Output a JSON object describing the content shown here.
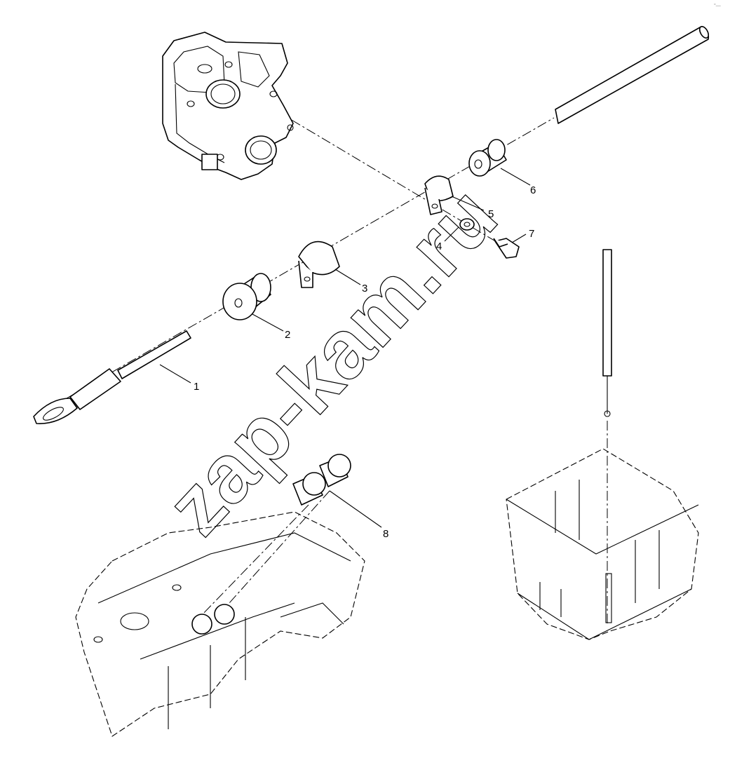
{
  "watermark": "zap-kam.ru",
  "corner_mark": "°—",
  "callouts": [
    {
      "id": "1",
      "label": "1"
    },
    {
      "id": "2",
      "label": "2"
    },
    {
      "id": "3",
      "label": "3"
    },
    {
      "id": "4",
      "label": "4"
    },
    {
      "id": "5",
      "label": "5"
    },
    {
      "id": "6",
      "label": "6"
    },
    {
      "id": "7",
      "label": "7"
    },
    {
      "id": "8",
      "label": "8"
    }
  ],
  "colors": {
    "line": "#000000",
    "background": "#ffffff"
  }
}
